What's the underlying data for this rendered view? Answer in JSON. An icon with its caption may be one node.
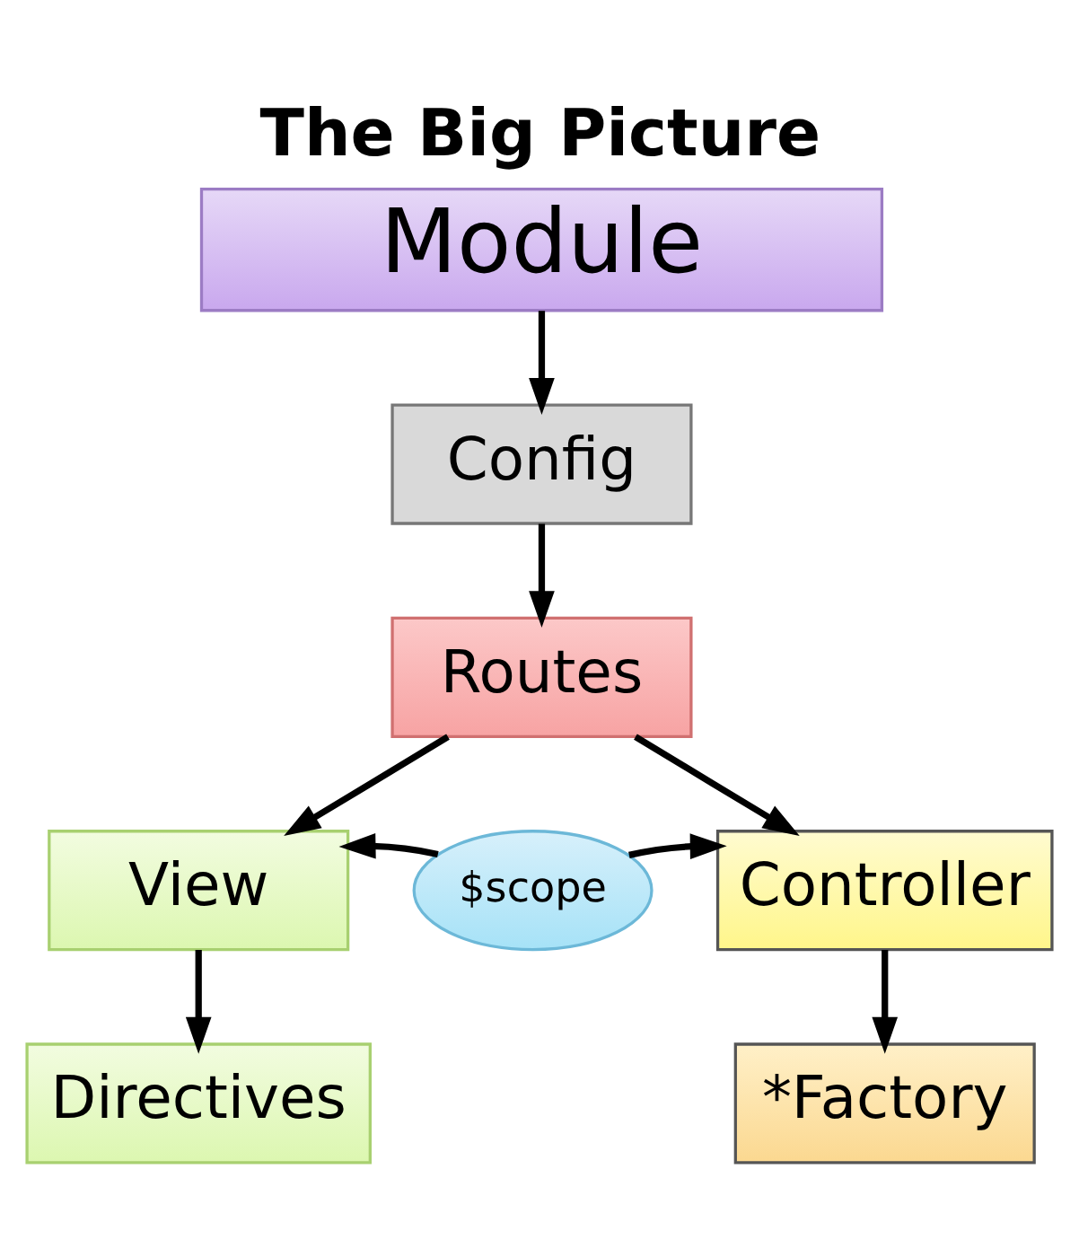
{
  "diagram": {
    "title": "The Big Picture",
    "nodes": [
      {
        "text": [
          "Module"
        ]
      },
      {
        "text": [
          "Config"
        ]
      },
      {
        "text": [
          "Routes"
        ]
      },
      {
        "text": [
          "View"
        ]
      },
      {
        "text": [
          "$scope"
        ]
      },
      {
        "text": [
          "Controller"
        ]
      },
      {
        "text": [
          "Directives"
        ]
      },
      {
        "text": [
          "*Factory"
        ]
      }
    ],
    "edges": [
      {
        "from": 0,
        "to": 1,
        "arrow": "to"
      },
      {
        "from": 1,
        "to": 2,
        "arrow": "to"
      },
      {
        "from": 2,
        "to": 3,
        "arrow": "to"
      },
      {
        "from": 2,
        "to": 5,
        "arrow": "to"
      },
      {
        "from": 4,
        "to": 3,
        "arrow": "to"
      },
      {
        "from": 4,
        "to": 5,
        "arrow": "to"
      },
      {
        "from": 3,
        "to": 6,
        "arrow": "to"
      },
      {
        "from": 5,
        "to": 7,
        "arrow": "to"
      }
    ]
  }
}
